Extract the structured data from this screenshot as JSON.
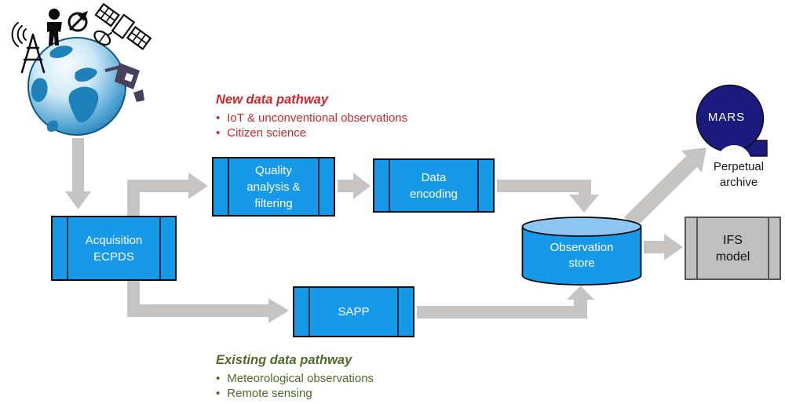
{
  "ui": {
    "bullet": "•"
  },
  "colors": {
    "process_blue": "#1699E8",
    "cylinder_top_blue": "#8DC6F2",
    "arrow_gray": "#C7C5C3",
    "mars_navy": "#1B1B7E",
    "ifs_gray": "#BFBFBF",
    "new_pathway_red": "#C5292B",
    "existing_pathway_green": "#51682C"
  },
  "pathways": {
    "new": {
      "title": "New data pathway",
      "items": [
        "IoT & unconventional observations",
        "Citizen science"
      ]
    },
    "existing": {
      "title": "Existing data pathway",
      "items": [
        "Meteorological observations",
        "Remote sensing"
      ]
    }
  },
  "nodes": {
    "acquisition": {
      "lines": [
        "Acquisition",
        "ECPDS"
      ]
    },
    "quality": {
      "lines": [
        "Quality",
        "analysis &",
        "filtering"
      ]
    },
    "data_encoding": {
      "lines": [
        "Data",
        "encoding"
      ]
    },
    "sapp": {
      "lines": [
        "SAPP"
      ]
    },
    "observation_store": {
      "lines": [
        "Observation",
        "store"
      ]
    },
    "mars": {
      "label": "MARS",
      "caption_lines": [
        "Perpetual",
        "archive"
      ]
    },
    "ifs": {
      "lines": [
        "IFS",
        "model"
      ]
    }
  }
}
